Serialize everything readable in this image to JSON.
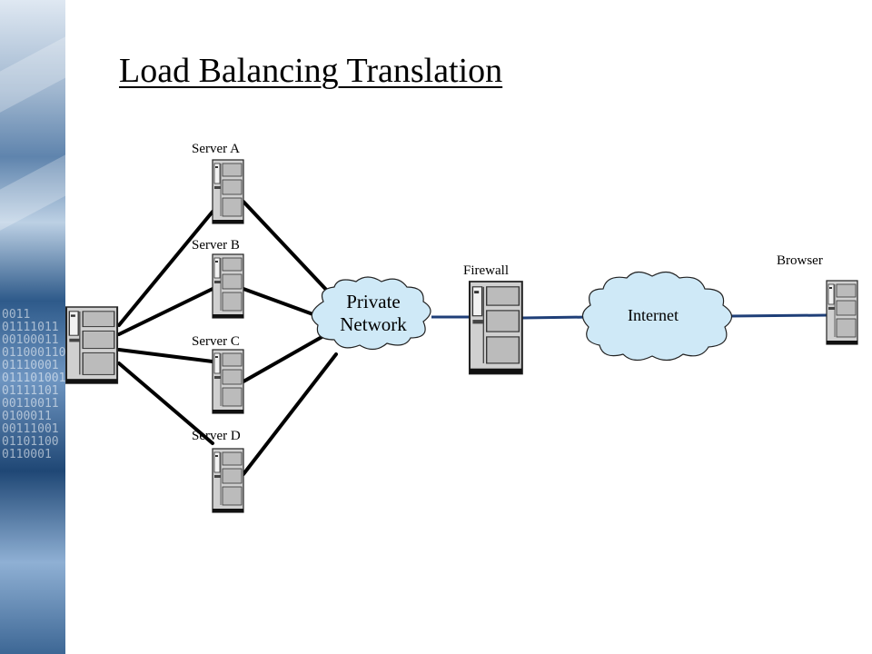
{
  "title": "Load Balancing Translation",
  "nodes": {
    "server_a": "Server A",
    "server_b": "Server B",
    "server_c": "Server C",
    "server_d": "Server D",
    "firewall": "Firewall",
    "browser": "Browser",
    "private_network": [
      "Private",
      "Network"
    ],
    "internet": "Internet"
  },
  "colors": {
    "ethernet_link": "#000000",
    "internet_link": "#1f3f78",
    "cloud_fill": "#cfe9f7",
    "server_body": "#d0d0d0"
  }
}
